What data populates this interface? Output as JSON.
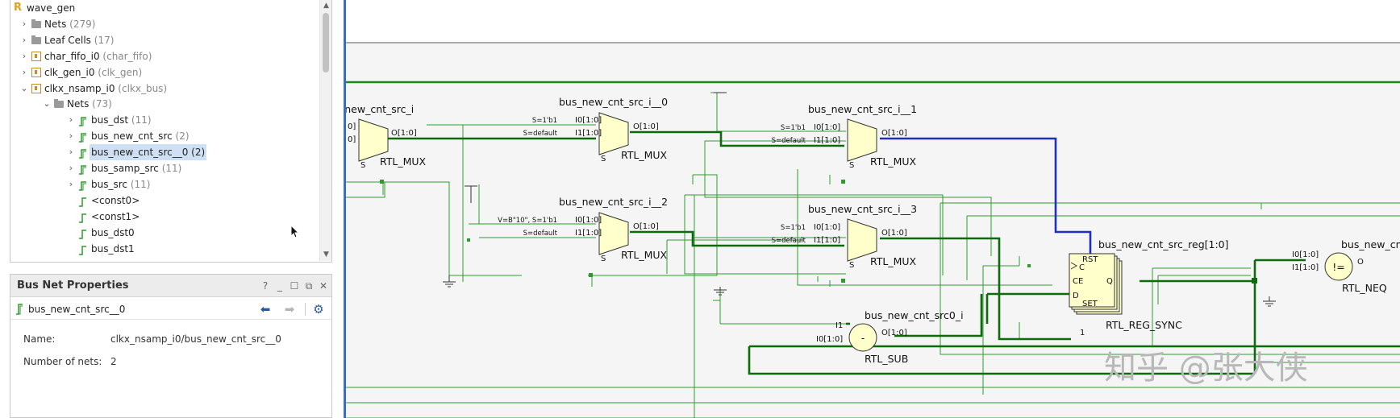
{
  "tree": {
    "items": [
      {
        "label": "wave_gen",
        "suffix": "",
        "icon": "rtl-design-icon",
        "level": 0,
        "twisty": "",
        "selected": false
      },
      {
        "label": "Nets",
        "suffix": "(279)",
        "icon": "folder-icon",
        "level": 1,
        "twisty": "›",
        "selected": false
      },
      {
        "label": "Leaf Cells",
        "suffix": "(17)",
        "icon": "folder-icon",
        "level": 1,
        "twisty": "›",
        "selected": false
      },
      {
        "label": "char_fifo_i0",
        "suffix": "(char_fifo)",
        "icon": "cell-icon",
        "level": 1,
        "twisty": "›",
        "selected": false
      },
      {
        "label": "clk_gen_i0",
        "suffix": "(clk_gen)",
        "icon": "cell-icon",
        "level": 1,
        "twisty": "›",
        "selected": false
      },
      {
        "label": "clkx_nsamp_i0",
        "suffix": "(clkx_bus)",
        "icon": "cell-icon",
        "level": 1,
        "twisty": "⌄",
        "selected": false
      },
      {
        "label": "Nets",
        "suffix": "(73)",
        "icon": "folder-icon",
        "level": 2,
        "twisty": "⌄",
        "selected": false
      },
      {
        "label": "bus_dst",
        "suffix": "(11)",
        "icon": "bus-net-icon",
        "level": 3,
        "twisty": "›",
        "selected": false
      },
      {
        "label": "bus_new_cnt_src",
        "suffix": "(2)",
        "icon": "bus-net-icon",
        "level": 3,
        "twisty": "›",
        "selected": false
      },
      {
        "label": "bus_new_cnt_src__0",
        "suffix": "(2)",
        "icon": "bus-net-icon",
        "level": 3,
        "twisty": "›",
        "selected": true
      },
      {
        "label": "bus_samp_src",
        "suffix": "(11)",
        "icon": "bus-net-icon",
        "level": 3,
        "twisty": "›",
        "selected": false
      },
      {
        "label": "bus_src",
        "suffix": "(11)",
        "icon": "bus-net-icon",
        "level": 3,
        "twisty": "›",
        "selected": false
      },
      {
        "label": "<const0>",
        "suffix": "",
        "icon": "net-icon",
        "level": 3,
        "twisty": "",
        "selected": false
      },
      {
        "label": "<const1>",
        "suffix": "",
        "icon": "net-icon",
        "level": 3,
        "twisty": "",
        "selected": false
      },
      {
        "label": "bus_dst0",
        "suffix": "",
        "icon": "net-icon",
        "level": 3,
        "twisty": "",
        "selected": false
      },
      {
        "label": "bus_dst1",
        "suffix": "",
        "icon": "net-icon",
        "level": 3,
        "twisty": "",
        "selected": false
      }
    ]
  },
  "properties": {
    "title": "Bus Net Properties",
    "header_buttons": [
      "?",
      "_",
      "☐",
      "⧉",
      "✕"
    ],
    "net_name": "bus_new_cnt_src__0",
    "back_icon": "arrow-left-icon",
    "forward_icon": "arrow-right-icon",
    "settings_icon": "gear-icon",
    "fields": [
      {
        "key": "Name:",
        "value": "clkx_nsamp_i0/bus_new_cnt_src__0"
      },
      {
        "key": "Number of nets:",
        "value": "2"
      }
    ]
  },
  "schematic": {
    "colors": {
      "wire": "#2e9b2e",
      "bus": "#0d6b0d",
      "highlight": "#1f2fbf",
      "cell_fill": "#ffffcc",
      "cell_stroke": "#333333"
    },
    "partial_mux": {
      "name": "_new_cnt_src_i",
      "type": "RTL_MUX",
      "pins": {
        "i0": "0]",
        "i1": "0]",
        "out": "O[1:0]",
        "sel": "S"
      }
    },
    "muxes": [
      {
        "id": "mux0",
        "name": "bus_new_cnt_src_i__0",
        "type": "RTL_MUX",
        "i0": "I0[1:0]",
        "i1": "I1[1:0]",
        "out": "O[1:0]",
        "sel": "S",
        "s_i0": "S=1'b1",
        "s_i1": "S=default"
      },
      {
        "id": "mux1",
        "name": "bus_new_cnt_src_i__1",
        "type": "RTL_MUX",
        "i0": "I0[1:0]",
        "i1": "I1[1:0]",
        "out": "O[1:0]",
        "sel": "S",
        "s_i0": "S=1'b1",
        "s_i1": "S=default"
      },
      {
        "id": "mux2",
        "name": "bus_new_cnt_src_i__2",
        "type": "RTL_MUX",
        "i0": "I0[1:0]",
        "i1": "I1[1:0]",
        "out": "O[1:0]",
        "sel": "S",
        "s_i0": "V=B\"10\", S=1'b1",
        "s_i1": "S=default"
      },
      {
        "id": "mux3",
        "name": "bus_new_cnt_src_i__3",
        "type": "RTL_MUX",
        "i0": "I0[1:0]",
        "i1": "I1[1:0]",
        "out": "O[1:0]",
        "sel": "S",
        "s_i0": "S=1'b1",
        "s_i1": "S=default"
      }
    ],
    "register": {
      "name": "bus_new_cnt_src_reg[1:0]",
      "type": "RTL_REG_SYNC",
      "pins": {
        "rst": "RST",
        "c": "C",
        "ce": "CE",
        "d": "D",
        "set": "SET",
        "q": "Q",
        "one": "1"
      }
    },
    "subtractor": {
      "name": "bus_new_cnt_src0_i",
      "type": "RTL_SUB",
      "op": "-",
      "i0": "I0[1:0]",
      "i1": "I1",
      "out": "O[1:0]"
    },
    "comparator": {
      "name": "bus_new_cn",
      "type": "RTL_NEQ",
      "op": "!=",
      "i0": "I0[1:0]",
      "i1": "I1[1:0]",
      "out": "O"
    }
  },
  "watermark": "知乎 @张大侠"
}
